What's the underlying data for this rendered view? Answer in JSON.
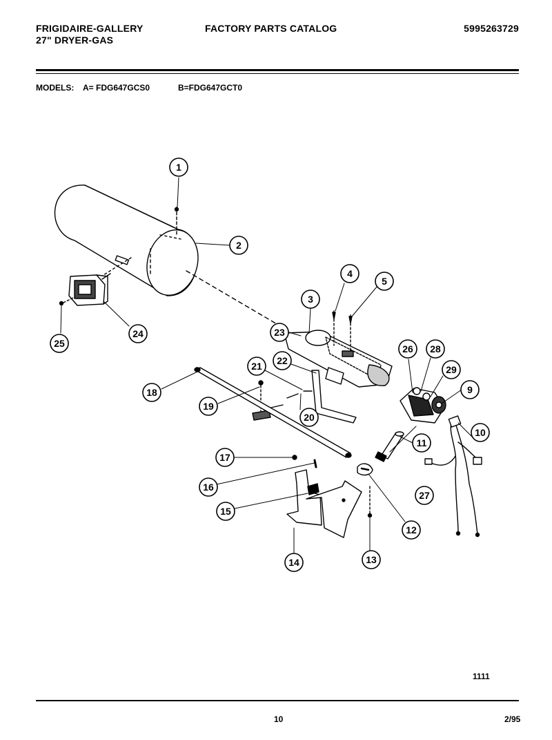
{
  "header": {
    "brand": "FRIGIDAIRE-GALLERY",
    "subtitle": "27\" DRYER-GAS",
    "catalog_title": "FACTORY PARTS CATALOG",
    "part_number": "5995263729"
  },
  "models": {
    "label": "MODELS:",
    "model_a": "A= FDG647GCS0",
    "model_b": "B=FDG647GCT0"
  },
  "callouts": [
    "1",
    "2",
    "3",
    "4",
    "5",
    "9",
    "10",
    "11",
    "12",
    "13",
    "14",
    "15",
    "16",
    "17",
    "18",
    "19",
    "20",
    "21",
    "22",
    "23",
    "24",
    "25",
    "26",
    "27",
    "28",
    "29"
  ],
  "footer": {
    "drawing_number": "1111",
    "page_number": "10",
    "date": "2/95"
  }
}
